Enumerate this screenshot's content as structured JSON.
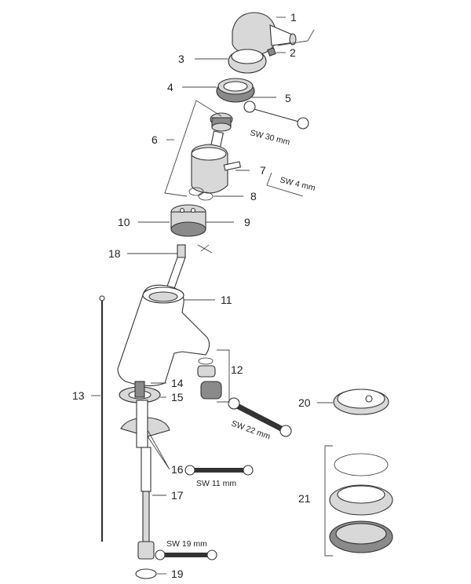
{
  "callouts": {
    "c1": "1",
    "c2": "2",
    "c3": "3",
    "c4": "4",
    "c5": "5",
    "c6": "6",
    "c7": "7",
    "c8": "8",
    "c9": "9",
    "c10": "10",
    "c11": "11",
    "c12": "12",
    "c13": "13",
    "c14": "14",
    "c15": "15",
    "c16": "16",
    "c17": "17",
    "c18": "18",
    "c19": "19",
    "c20": "20",
    "c21": "21"
  },
  "tools": {
    "sw30": "SW 30 mm",
    "sw4": "SW 4 mm",
    "sw22": "SW 22 mm",
    "sw11": "SW 11 mm",
    "sw19": "SW 19 mm"
  }
}
